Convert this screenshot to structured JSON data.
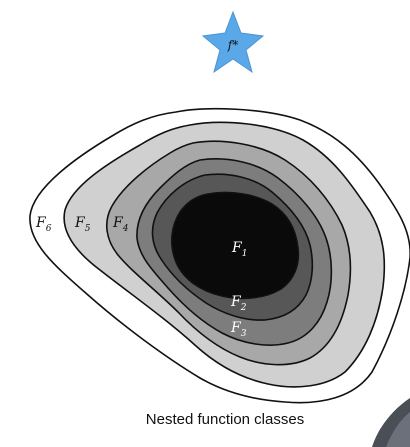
{
  "target": {
    "label": "f*",
    "star_color": "#5ba8e8"
  },
  "regions": [
    {
      "id": "F6",
      "label_main": "F",
      "label_sub": "6",
      "fill": "#ffffff",
      "text_color": "#111111"
    },
    {
      "id": "F5",
      "label_main": "F",
      "label_sub": "5",
      "fill": "#d0d0d0",
      "text_color": "#111111"
    },
    {
      "id": "F4",
      "label_main": "F",
      "label_sub": "4",
      "fill": "#a8a8a8",
      "text_color": "#111111"
    },
    {
      "id": "F3",
      "label_main": "F",
      "label_sub": "3",
      "fill": "#7d7d7d",
      "text_color": "#ffffff"
    },
    {
      "id": "F2",
      "label_main": "F",
      "label_sub": "2",
      "fill": "#575757",
      "text_color": "#ffffff"
    },
    {
      "id": "F1",
      "label_main": "F",
      "label_sub": "1",
      "fill": "#0a0a0a",
      "text_color": "#ffffff"
    }
  ],
  "caption": "Nested function classes",
  "stroke_color": "#111111"
}
